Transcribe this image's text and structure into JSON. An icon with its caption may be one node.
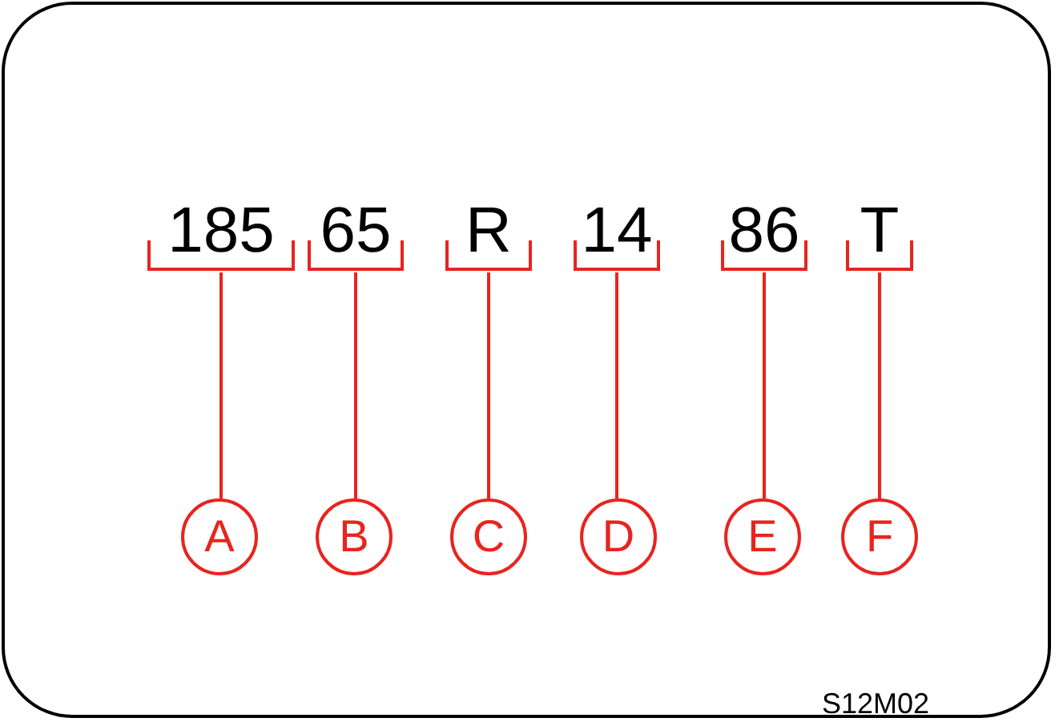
{
  "diagram": {
    "nodes": [
      {
        "text": [
          "185"
        ]
      },
      {
        "text": [
          "65"
        ]
      },
      {
        "text": [
          "R"
        ]
      },
      {
        "text": [
          "14"
        ]
      },
      {
        "text": [
          "86"
        ]
      },
      {
        "text": [
          "T"
        ]
      },
      {
        "text": [
          "A"
        ]
      },
      {
        "text": [
          "B"
        ]
      },
      {
        "text": [
          "C"
        ]
      },
      {
        "text": [
          "D"
        ]
      },
      {
        "text": [
          "E"
        ]
      },
      {
        "text": [
          "F"
        ]
      }
    ],
    "edges": [
      {
        "from": 0,
        "to": 6,
        "arrow": "none"
      },
      {
        "from": 1,
        "to": 7,
        "arrow": "none"
      },
      {
        "from": 2,
        "to": 8,
        "arrow": "none"
      },
      {
        "from": 3,
        "to": 9,
        "arrow": "none"
      },
      {
        "from": 4,
        "to": 10,
        "arrow": "none"
      },
      {
        "from": 5,
        "to": 11,
        "arrow": "none"
      }
    ],
    "labels": [
      "S12M02"
    ]
  }
}
